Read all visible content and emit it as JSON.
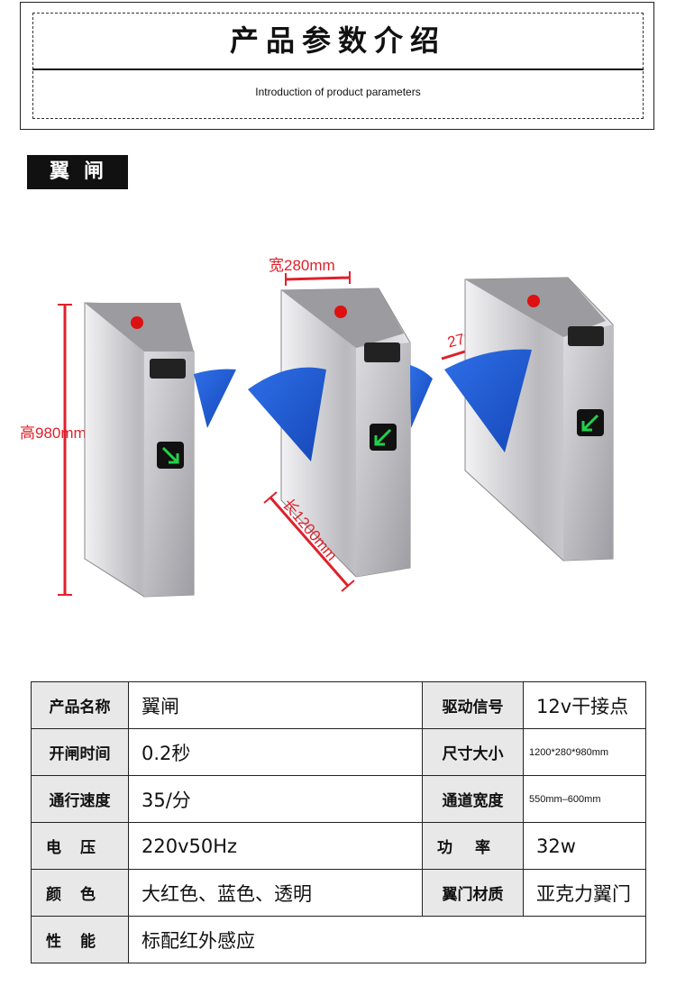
{
  "header": {
    "title": "产品参数介绍",
    "subtitle": "Introduction of product parameters"
  },
  "section": {
    "tag": "翼闸"
  },
  "figure": {
    "dims": {
      "height": "高980mm",
      "width": "宽280mm",
      "wing": "270mm",
      "length": "长1200mm"
    },
    "colors": {
      "wing": "#1f5fd6",
      "steel": "#c8c8cc",
      "dim": "#e0202a",
      "arrow": "#22d14a"
    }
  },
  "specs": {
    "rows": [
      {
        "label1": "产品名称",
        "value1": "翼闸",
        "label2": "驱动信号",
        "value2": "12v干接点"
      },
      {
        "label1": "开闸时间",
        "value1": "0.2秒",
        "label2": "尺寸大小",
        "value2": "1200*280*980mm"
      },
      {
        "label1": "通行速度",
        "value1": "35/分",
        "label2": "通道宽度",
        "value2": "550mm–600mm"
      },
      {
        "label1": "电压",
        "value1": "220v50Hz",
        "label2": "功率",
        "value2": "32w"
      },
      {
        "label1": "颜色",
        "value1": "大红色、蓝色、透明",
        "label2": "翼门材质",
        "value2": "亚克力翼门"
      },
      {
        "label1": "性能",
        "value1": "标配红外感应"
      }
    ]
  }
}
